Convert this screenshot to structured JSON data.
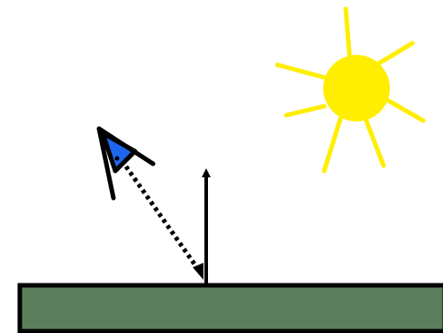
{
  "colors": {
    "background": "#ffffff",
    "sun": "#ffee00",
    "ground_fill": "#5b7f5b",
    "ground_stroke": "#000000",
    "eye_fill": "#1f66ee",
    "eye_stroke": "#000000",
    "arrow": "#000000",
    "sight_line": "#000000"
  },
  "icons": {
    "sun": "sun-icon",
    "eye": "viewer-eye-icon",
    "normal": "surface-normal-arrow",
    "sight": "view-direction-dotted-arrow",
    "surface": "ground-surface"
  }
}
